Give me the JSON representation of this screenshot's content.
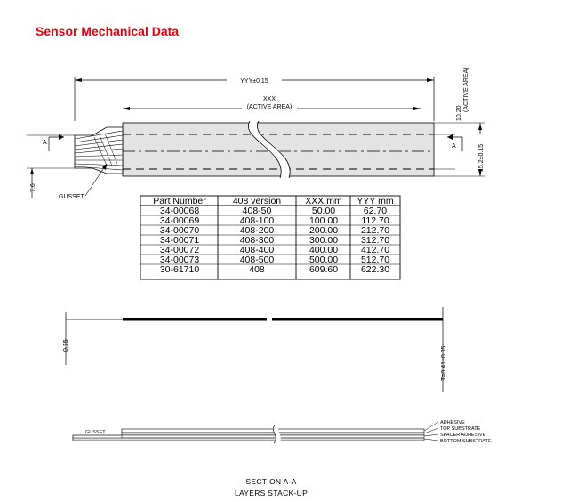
{
  "page": {
    "title": "Sensor Mechanical Data",
    "title_color": "#e8000b"
  },
  "top_view": {
    "overall_dim": "YYY±0.15",
    "active_dim": "XXX",
    "active_caption": "(ACTIVE AREA)",
    "active_height": "10.20",
    "active_height_caption": "(ACTIVE AREA)",
    "height_dim": "15.2±0.15",
    "tail_dim": "7.6",
    "gusset_label": "GUSSET",
    "section_marker": "A"
  },
  "table": {
    "headers": [
      "Part Number",
      "408 version",
      "XXX mm",
      "YYY mm"
    ],
    "rows": [
      [
        "34-00068",
        "408-50",
        "50.00",
        "62.70"
      ],
      [
        "34-00069",
        "408-100",
        "100.00",
        "112.70"
      ],
      [
        "34-00070",
        "408-200",
        "200.00",
        "212.70"
      ],
      [
        "34-00071",
        "408-300",
        "300.00",
        "312.70"
      ],
      [
        "34-00072",
        "408-400",
        "400.00",
        "412.70"
      ],
      [
        "34-00073",
        "408-500",
        "500.00",
        "512.70"
      ],
      [
        "30-61710",
        "408",
        "609.60",
        "622.30"
      ]
    ]
  },
  "side_view": {
    "left_dim": "0.15",
    "thickness_dim": "T=0.41±0.05"
  },
  "section": {
    "gusset_label": "GUSSET",
    "layers": [
      "ADHESIVE",
      "TOP SUBSTRATE",
      "SPACER ADHESIVE",
      "BOTTOM SUBSTRATE"
    ],
    "title": "SECTION A-A",
    "subtitle": "LAYERS STACK-UP"
  }
}
